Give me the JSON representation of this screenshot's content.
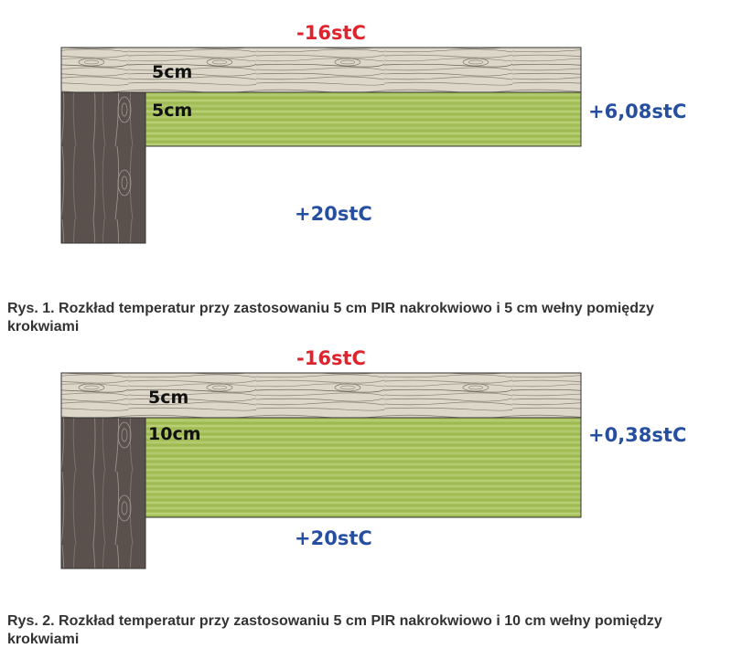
{
  "colors": {
    "outside_temp": "#e0242d",
    "inside_temp": "#274fa0",
    "pir_board": "#dcd6c8",
    "mineral_wool": "#a9c45c",
    "rafter": "#5a504c"
  },
  "figures": [
    {
      "outside_temp": "-16stC",
      "pir_thickness": "5cm",
      "wool_thickness": "5cm",
      "interface_temp": "+6,08stC",
      "inside_temp": "+20stC",
      "caption_line1": "Rys. 1. Rozkład temperatur przy zastosowaniu 5 cm PIR nakrokwiowo i 5 cm wełny pomiędzy",
      "caption_line2": "krokwiami"
    },
    {
      "outside_temp": "-16stC",
      "pir_thickness": "5cm",
      "wool_thickness": "10cm",
      "interface_temp": "+0,38stC",
      "inside_temp": "+20stC",
      "caption_line1": "Rys. 2. Rozkład temperatur przy zastosowaniu 5 cm PIR nakrokwiowo i 10 cm wełny pomiędzy",
      "caption_line2": "krokwiami"
    }
  ]
}
